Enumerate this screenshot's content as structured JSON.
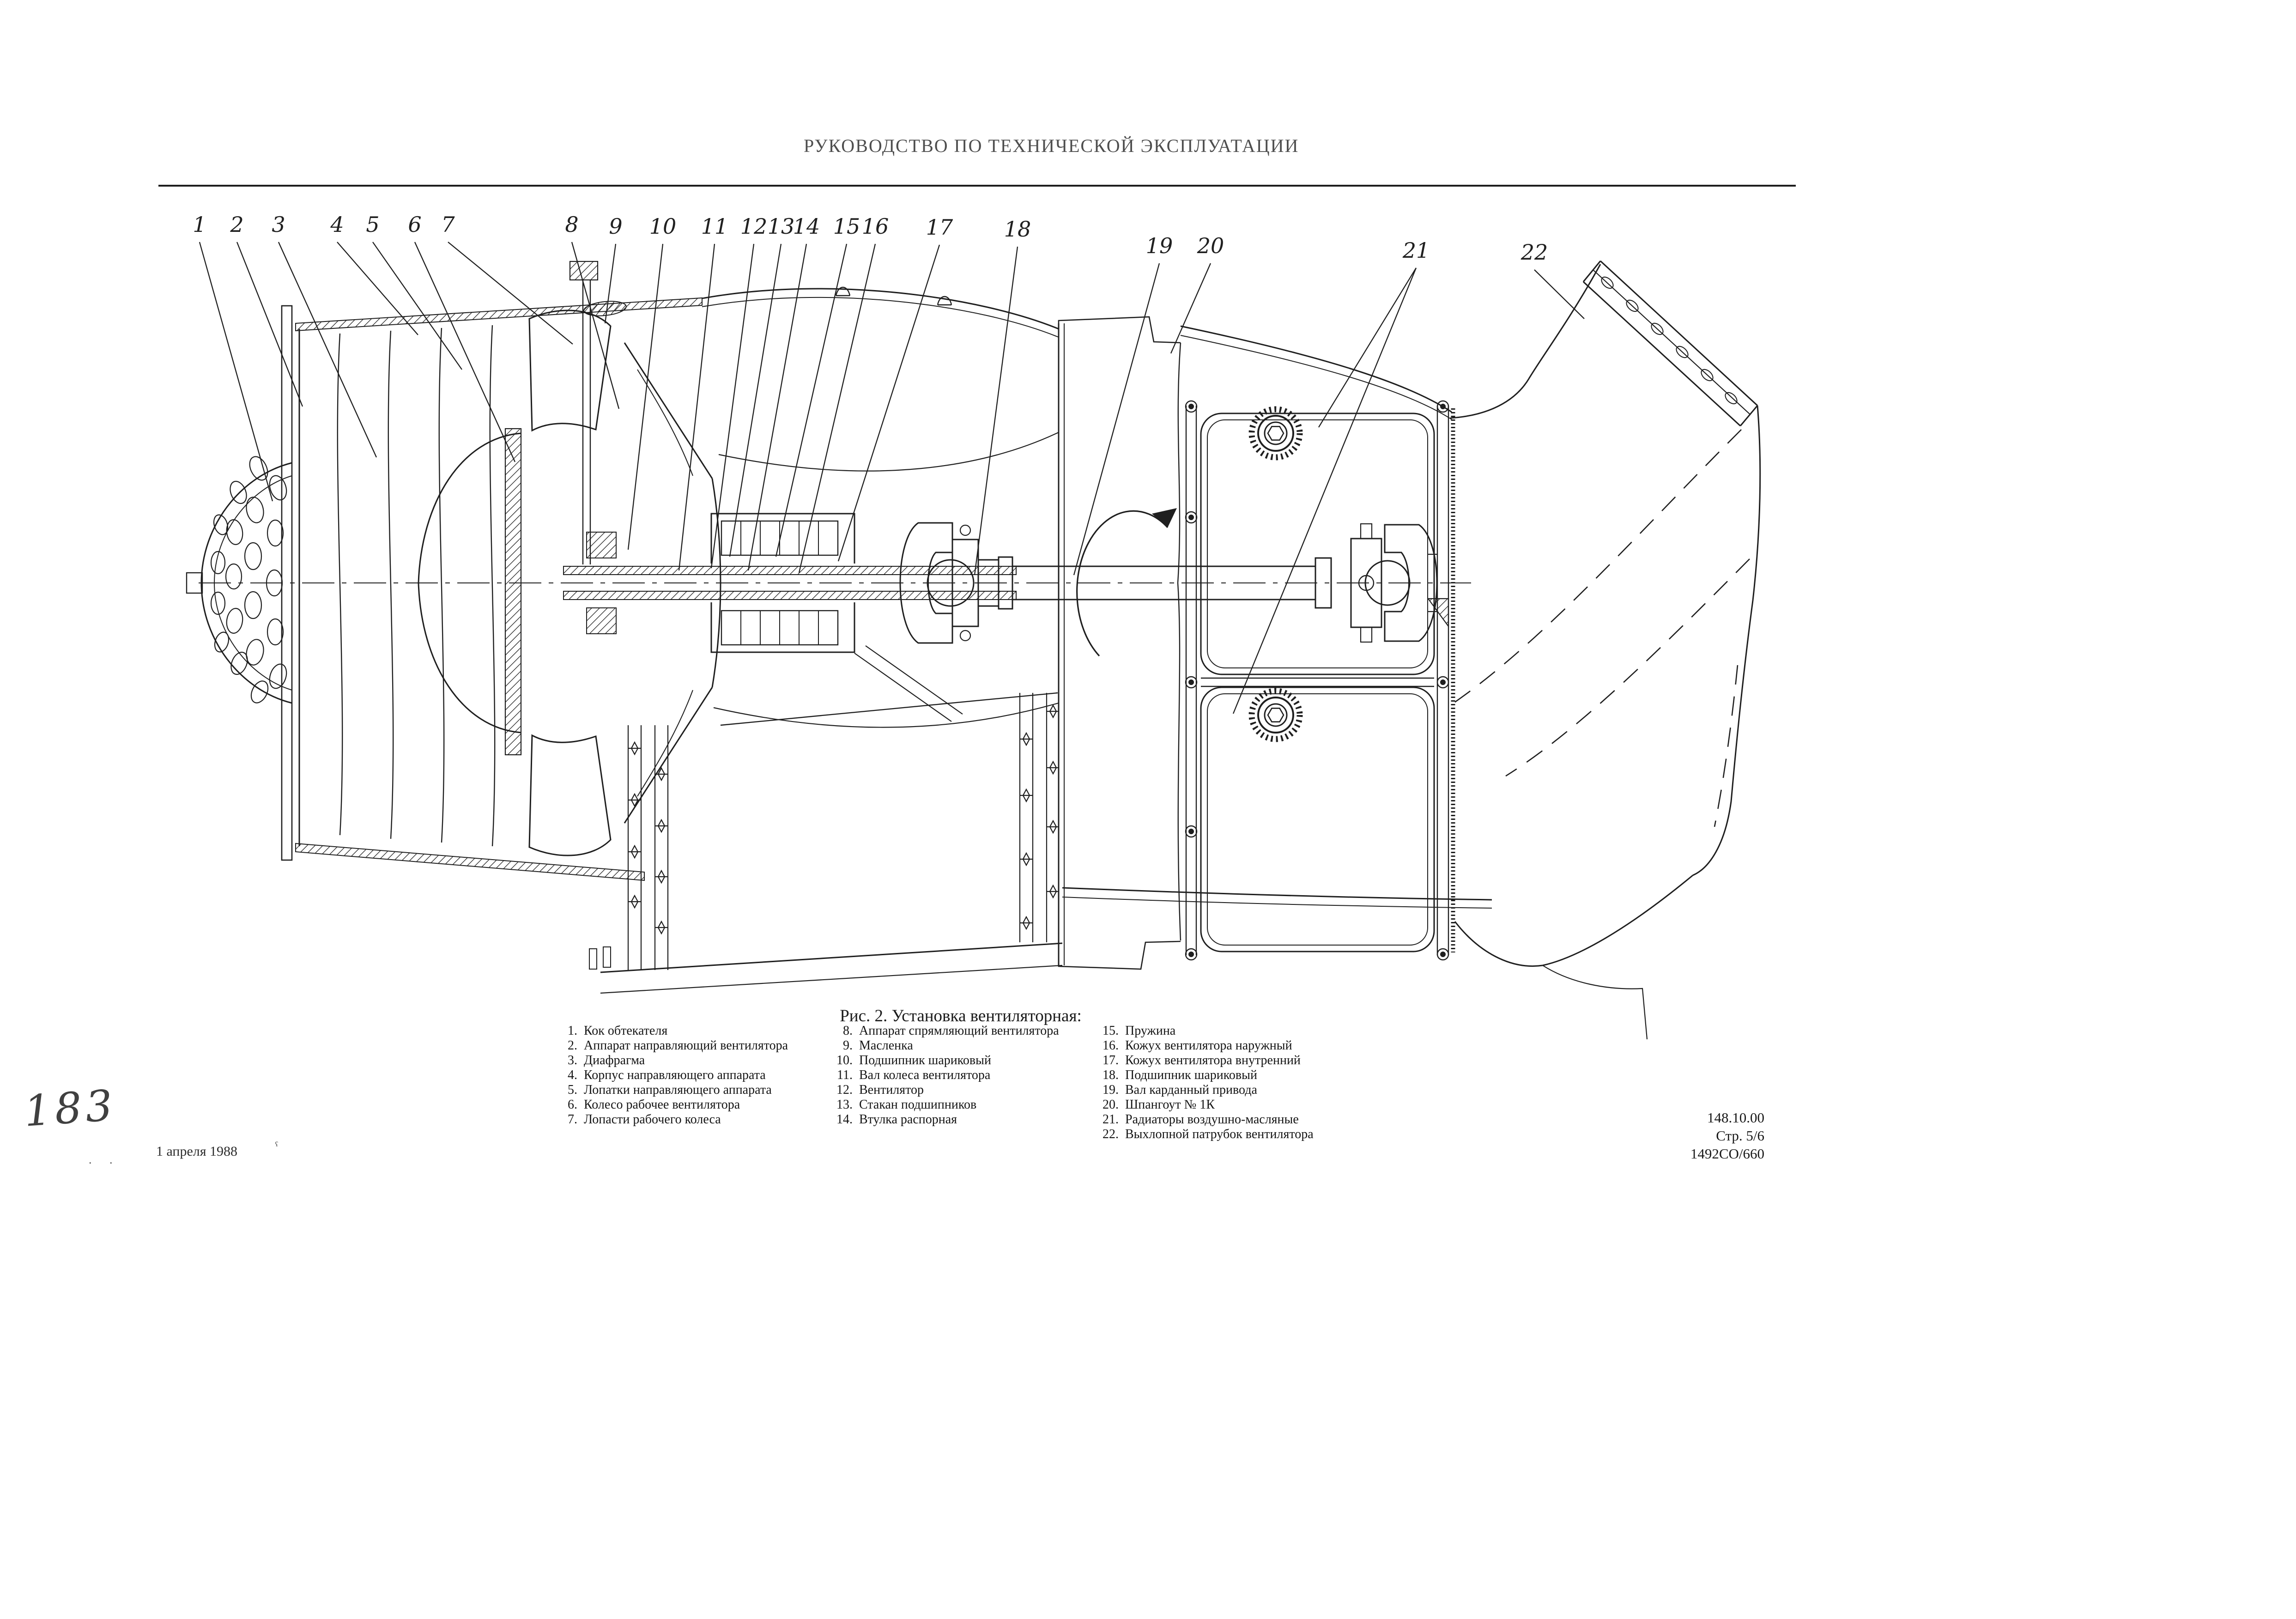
{
  "header": {
    "title": "РУКОВОДСТВО ПО ТЕХНИЧЕСКОЙ ЭКСПЛУАТАЦИИ"
  },
  "figure": {
    "caption": "Рис. 2. Установка вентиляторная:",
    "callouts": [
      "1",
      "2",
      "3",
      "4",
      "5",
      "6",
      "7",
      "8",
      "9",
      "10",
      "11",
      "12",
      "13",
      "14",
      "15",
      "16",
      "17",
      "18",
      "19",
      "20",
      "21",
      "22"
    ]
  },
  "legend": {
    "columns": [
      {
        "items": [
          {
            "num": "1.",
            "label": "Кок обтекателя"
          },
          {
            "num": "2.",
            "label": "Аппарат направляющий вентилятора"
          },
          {
            "num": "3.",
            "label": "Диафрагма"
          },
          {
            "num": "4.",
            "label": "Корпус направляющего аппарата"
          },
          {
            "num": "5.",
            "label": "Лопатки направляющего аппарата"
          },
          {
            "num": "6.",
            "label": "Колесо рабочее вентилятора"
          },
          {
            "num": "7.",
            "label": "Лопасти рабочего колеса"
          }
        ]
      },
      {
        "items": [
          {
            "num": "8.",
            "label": "Аппарат спрямляющий вентилятора"
          },
          {
            "num": "9.",
            "label": "Масленка"
          },
          {
            "num": "10.",
            "label": "Подшипник шариковый"
          },
          {
            "num": "11.",
            "label": "Вал колеса вентилятора"
          },
          {
            "num": "12.",
            "label": "Вентилятор"
          },
          {
            "num": "13.",
            "label": "Стакан подшипников"
          },
          {
            "num": "14.",
            "label": "Втулка распорная"
          }
        ]
      },
      {
        "items": [
          {
            "num": "15.",
            "label": "Пружина"
          },
          {
            "num": "16.",
            "label": "Кожух вентилятора наружный"
          },
          {
            "num": "17.",
            "label": "Кожух вентилятора внутренний"
          },
          {
            "num": "18.",
            "label": "Подшипник шариковый"
          },
          {
            "num": "19.",
            "label": "Вал карданный привода"
          },
          {
            "num": "20.",
            "label": "Шпангоут № 1К"
          },
          {
            "num": "21.",
            "label": "Радиаторы воздушно-масляные"
          },
          {
            "num": "22.",
            "label": "Выхлопной патрубок вентилятора"
          }
        ]
      }
    ]
  },
  "footer": {
    "handwritten_number": "183",
    "date_note": "1 апреля 1988",
    "date_dots": ". .",
    "date_mark": "ˤ",
    "doc_code": "148.10.00",
    "page_ref": "Стр. 5/6",
    "doc_id": "1492СО/660"
  }
}
